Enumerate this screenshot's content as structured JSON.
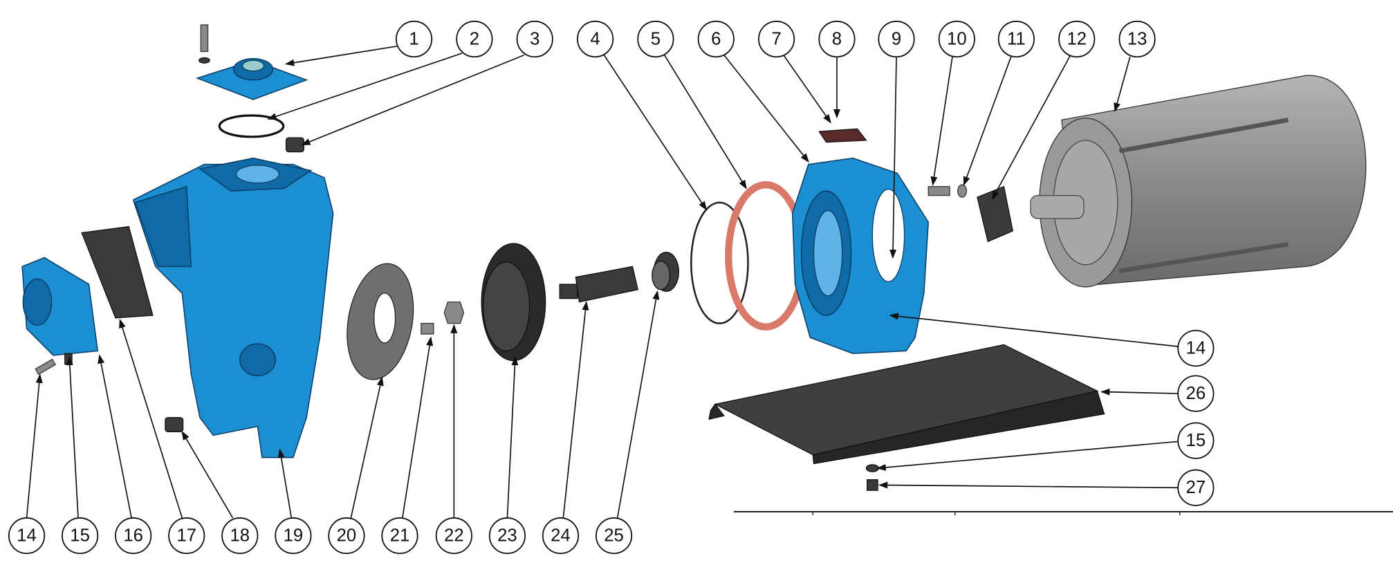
{
  "title": "Pump exploded view parts diagram",
  "colors": {
    "casting": "#1b8fd2",
    "motor": "#8f8f8f",
    "base": "#3a3a3a",
    "gasket": "#d9796a"
  },
  "balloons": {
    "b1": "1",
    "b2": "2",
    "b3": "3",
    "b4": "4",
    "b5": "5",
    "b6": "6",
    "b7": "7",
    "b8": "8",
    "b9": "9",
    "b10": "10",
    "b11": "11",
    "b12": "12",
    "b13": "13",
    "b14a": "14",
    "b15a": "15",
    "b16": "16",
    "b17": "17",
    "b18": "18",
    "b19": "19",
    "b20": "20",
    "b21": "21",
    "b22": "22",
    "b23": "23",
    "b24": "24",
    "b25": "25",
    "b14b": "14",
    "b26": "26",
    "b15b": "15",
    "b27": "27"
  }
}
